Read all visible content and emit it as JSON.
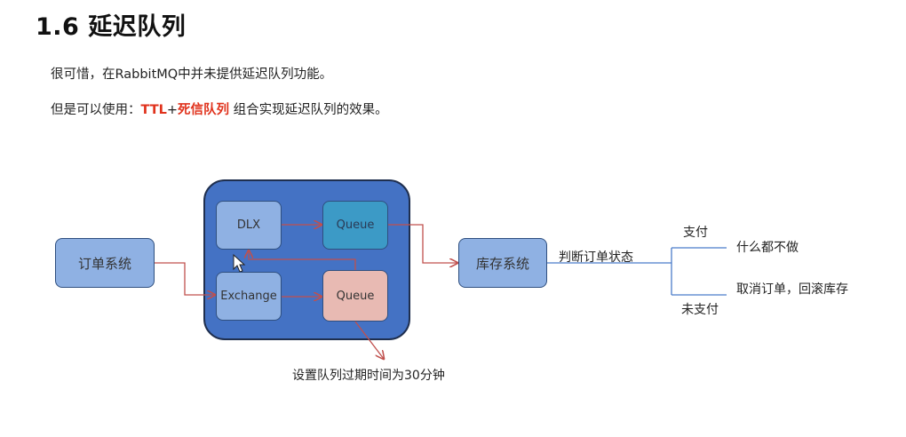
{
  "heading": "1.6 延迟队列",
  "paragraphs": {
    "p1": "很可惜，在RabbitMQ中并未提供延迟队列功能。",
    "p2_before": "但是可以使用：",
    "p2_ttl": "TTL",
    "p2_plus": "+",
    "p2_dlq": "死信队列",
    "p2_after": " 组合实现延迟队列的效果。"
  },
  "diagram": {
    "order_system": "订单系统",
    "dlx": "DLX",
    "queue_top": "Queue",
    "exchange": "Exchange",
    "queue_bottom": "Queue",
    "stock_system": "库存系统",
    "check_status": "判断订单状态",
    "paid": "支付",
    "paid_action": "什么都不做",
    "unpaid": "未支付",
    "unpaid_action": "取消订单，回滚库存",
    "queue_note": "设置队列过期时间为30分钟"
  },
  "colors": {
    "accent_red": "#e0321c",
    "container_blue": "#4472c4",
    "box_light_blue": "#8fb1e3",
    "queue_teal": "#3c9ac6",
    "queue_pink": "#e8bab3",
    "arrow": "#c0504d",
    "branch_line": "#4a7cc9"
  }
}
